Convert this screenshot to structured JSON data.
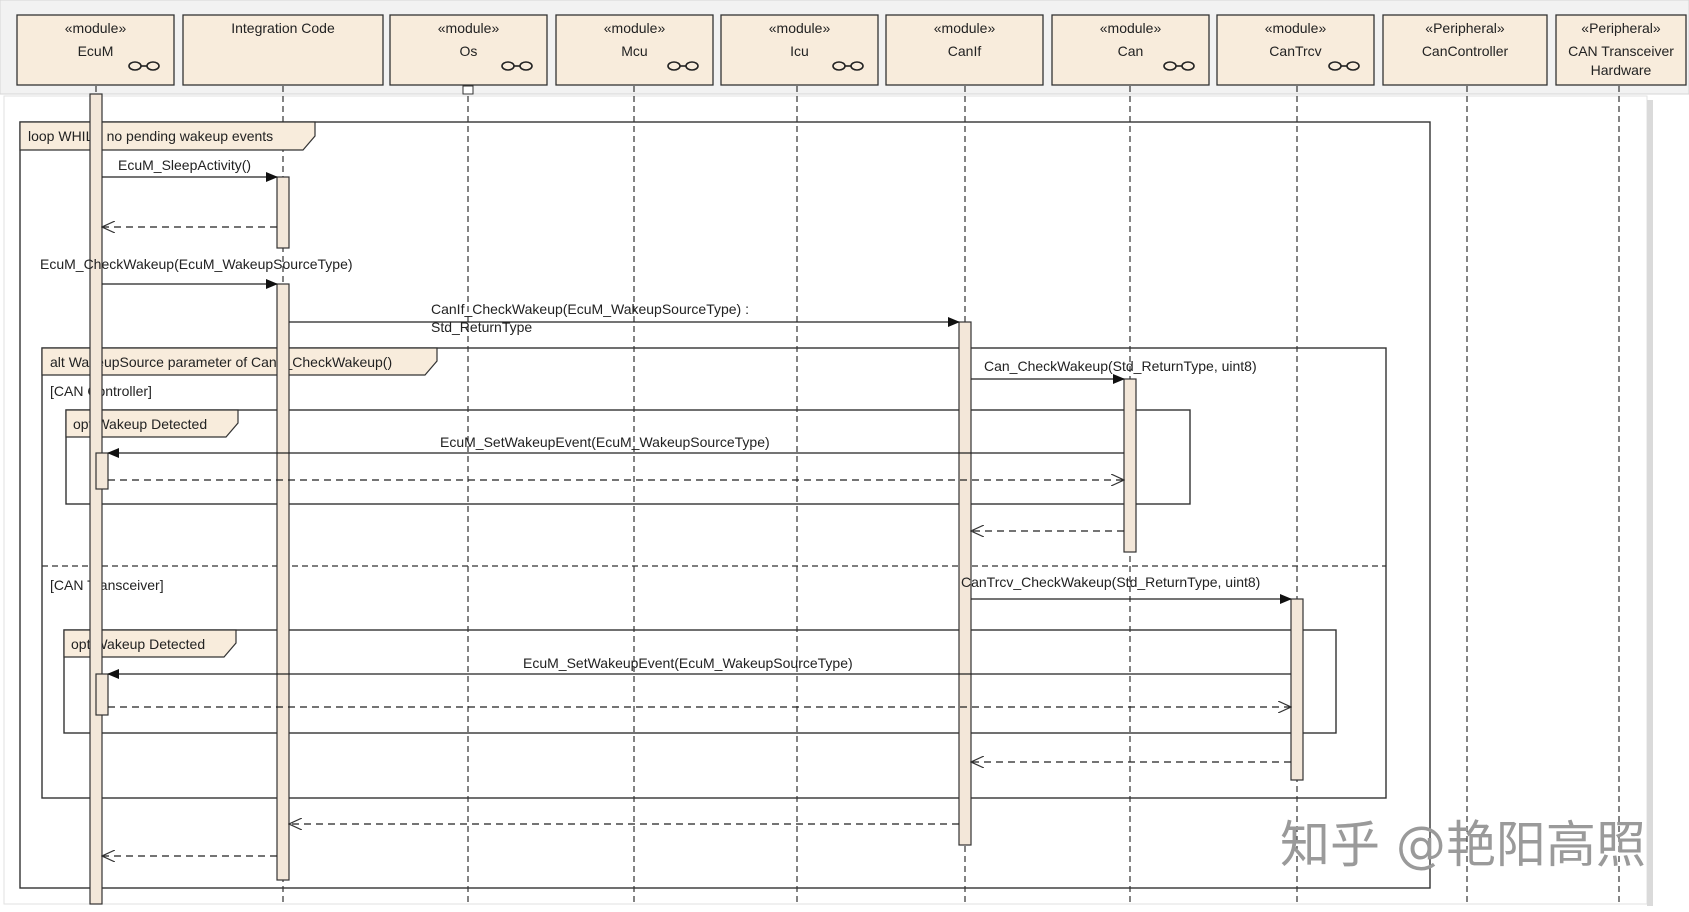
{
  "lifelines": [
    {
      "id": "ecum",
      "stereotype": "«module»",
      "name": "EcuM",
      "component_icon": true
    },
    {
      "id": "integration",
      "stereotype": "",
      "name": "Integration Code",
      "component_icon": false
    },
    {
      "id": "os",
      "stereotype": "«module»",
      "name": "Os",
      "component_icon": true
    },
    {
      "id": "mcu",
      "stereotype": "«module»",
      "name": "Mcu",
      "component_icon": true
    },
    {
      "id": "icu",
      "stereotype": "«module»",
      "name": "Icu",
      "component_icon": true
    },
    {
      "id": "canif",
      "stereotype": "«module»",
      "name": "CanIf",
      "component_icon": false
    },
    {
      "id": "can",
      "stereotype": "«module»",
      "name": "Can",
      "component_icon": true
    },
    {
      "id": "cantrcv",
      "stereotype": "«module»",
      "name": "CanTrcv",
      "component_icon": true
    },
    {
      "id": "cancontroller",
      "stereotype": "«Peripheral»",
      "name": "CanController",
      "component_icon": false
    },
    {
      "id": "trcvhw",
      "stereotype": "«Peripheral»",
      "name": "CAN Transceiver Hardware",
      "component_icon": false
    }
  ],
  "fragments": {
    "loop": {
      "operator": "loop",
      "guard": "WHILE no pending wakeup events"
    },
    "alt": {
      "operator": "alt",
      "guard": "WakeupSource parameter of CanIf_CheckWakeup()",
      "operand1_guard": "[CAN Controller]",
      "operand2_guard": "[CAN Transceiver]"
    },
    "opt1": {
      "operator": "opt",
      "guard": "Wakeup Detected"
    },
    "opt2": {
      "operator": "opt",
      "guard": "Wakeup Detected"
    }
  },
  "messages": [
    {
      "from": "ecum",
      "to": "integration",
      "kind": "call",
      "label": "EcuM_SleepActivity()"
    },
    {
      "from": "integration",
      "to": "ecum",
      "kind": "return",
      "label": ""
    },
    {
      "from": "ecum",
      "to": "integration",
      "kind": "call",
      "label": "EcuM_CheckWakeup(EcuM_WakeupSourceType)"
    },
    {
      "from": "integration",
      "to": "canif",
      "kind": "call",
      "label": "CanIf_CheckWakeup(EcuM_WakeupSourceType) :",
      "label2": "Std_ReturnType"
    },
    {
      "from": "canif",
      "to": "can",
      "kind": "call",
      "label": "Can_CheckWakeup(Std_ReturnType, uint8)"
    },
    {
      "from": "can",
      "to": "ecum",
      "kind": "call",
      "label": "EcuM_SetWakeupEvent(EcuM_WakeupSourceType)"
    },
    {
      "from": "ecum",
      "to": "can",
      "kind": "return",
      "label": ""
    },
    {
      "from": "can",
      "to": "canif",
      "kind": "return",
      "label": ""
    },
    {
      "from": "canif",
      "to": "cantrcv",
      "kind": "call",
      "label": "CanTrcv_CheckWakeup(Std_ReturnType, uint8)"
    },
    {
      "from": "cantrcv",
      "to": "ecum",
      "kind": "call",
      "label": "EcuM_SetWakeupEvent(EcuM_WakeupSourceType)"
    },
    {
      "from": "ecum",
      "to": "cantrcv",
      "kind": "return",
      "label": ""
    },
    {
      "from": "cantrcv",
      "to": "canif",
      "kind": "return",
      "label": ""
    },
    {
      "from": "canif",
      "to": "integration",
      "kind": "return",
      "label": ""
    },
    {
      "from": "integration",
      "to": "ecum",
      "kind": "return",
      "label": ""
    }
  ],
  "watermark": "知乎 @艳阳高照",
  "colors": {
    "header_fill": "#f8ecdc",
    "activation_fill": "#f3e7d9",
    "line": "#333333"
  }
}
